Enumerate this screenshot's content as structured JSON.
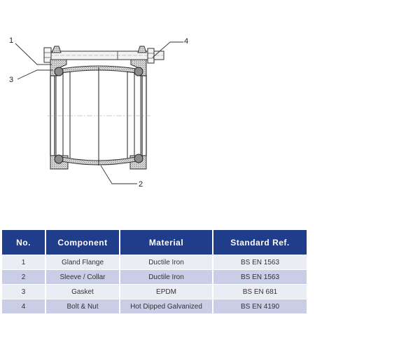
{
  "diagram": {
    "callouts": [
      {
        "id": "1",
        "label": "1"
      },
      {
        "id": "2",
        "label": "2"
      },
      {
        "id": "3",
        "label": "3"
      },
      {
        "id": "4",
        "label": "4"
      }
    ]
  },
  "table": {
    "headers": [
      "No.",
      "Component",
      "Material",
      "Standard Ref."
    ],
    "rows": [
      [
        "1",
        "Gland Flange",
        "Ductile Iron",
        "BS EN 1563"
      ],
      [
        "2",
        "Sleeve / Collar",
        "Ductile Iron",
        "BS EN 1563"
      ],
      [
        "3",
        "Gasket",
        "EPDM",
        "BS EN 681"
      ],
      [
        "4",
        "Bolt & Nut",
        "Hot Dipped Galvanized",
        "BS EN 4190"
      ]
    ],
    "colors": {
      "header_bg": "#1f3d8a",
      "row_odd": "#ebedf5",
      "row_even": "#c9cde6"
    }
  }
}
